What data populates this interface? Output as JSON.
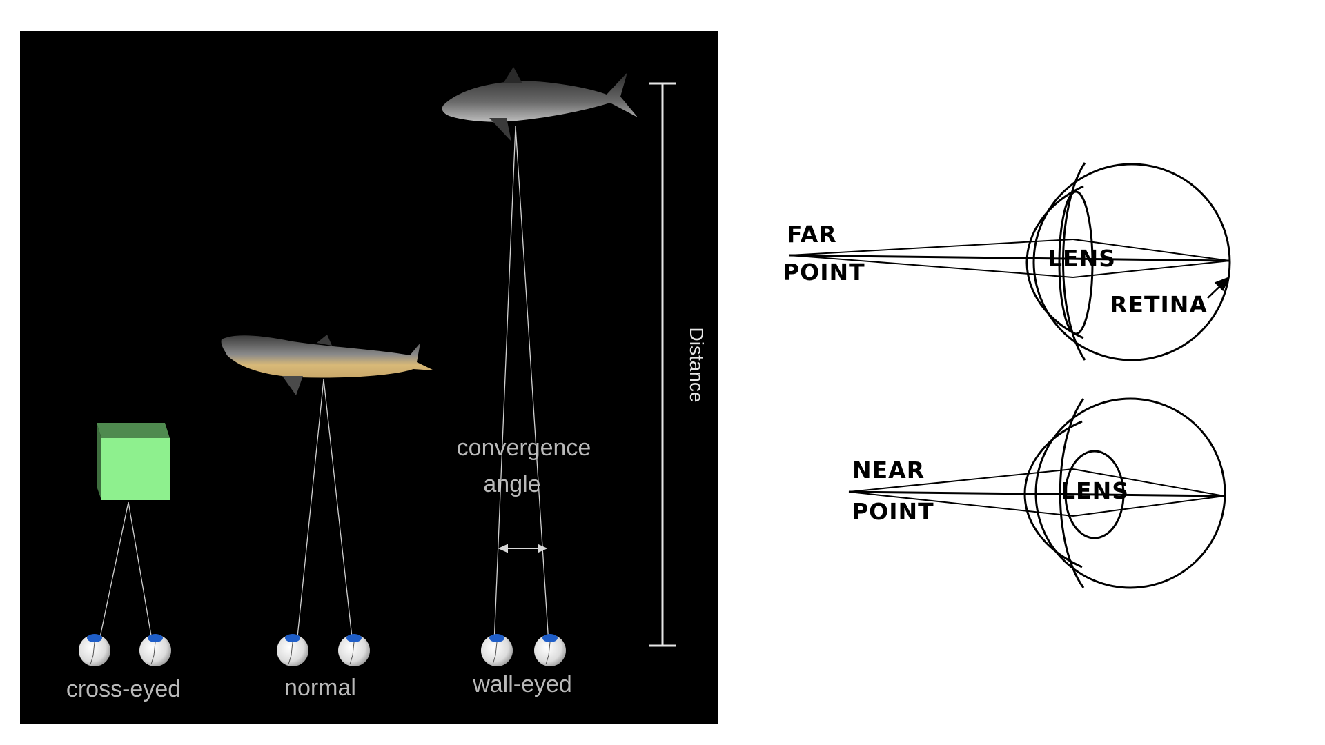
{
  "left_diagram": {
    "groups": [
      {
        "label": "cross-eyed",
        "object": "green-cube"
      },
      {
        "label": "normal",
        "object": "dolphin"
      },
      {
        "label": "wall-eyed",
        "object": "shark"
      }
    ],
    "convergence_label": [
      "convergence",
      "angle"
    ],
    "distance_label": "Distance",
    "colors": {
      "background": "#000000",
      "cube": "#8ef08e",
      "label": "#b9b9b9"
    }
  },
  "right_diagram": {
    "far_eye": {
      "point_label": [
        "FAR",
        "POINT"
      ],
      "lens_label": "LENS",
      "retina_label": "RETINA"
    },
    "near_eye": {
      "point_label": [
        "NEAR",
        "POINT"
      ],
      "lens_label": "LENS"
    }
  }
}
